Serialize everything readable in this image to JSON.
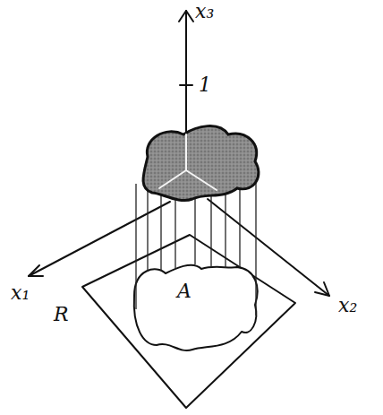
{
  "diagram": {
    "labels": [
      "x₃",
      "1",
      "x₁",
      "R",
      "A",
      "x₂"
    ]
  }
}
